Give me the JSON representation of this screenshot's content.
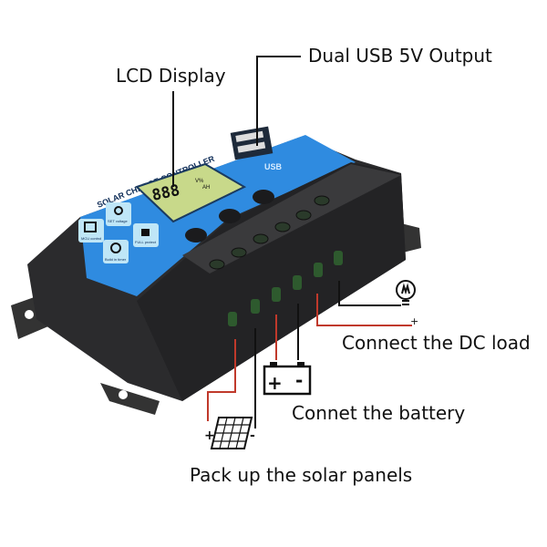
{
  "callouts": {
    "lcd": "LCD Display",
    "usb": "Dual USB 5V Output",
    "load": "Connect the DC load",
    "battery": "Connet the battery",
    "solar": "Pack up the solar panels"
  },
  "device": {
    "title": "SOLAR CHARGE CONTROLLER",
    "lcd_digits": "888",
    "lcd_units_top": "V%",
    "lcd_units_bottom": "AH",
    "usb_label": "USB",
    "features": [
      "MCU control",
      "SET voltage",
      "Build in timer",
      "FULL protect"
    ]
  },
  "symbols": {
    "plus": "+",
    "minus": "-"
  },
  "colors": {
    "panel": "#2f8be0",
    "body": "#2b2b2d",
    "lcd": "#c8d98a",
    "wire_red": "#c0392b",
    "wire_black": "#111111"
  }
}
